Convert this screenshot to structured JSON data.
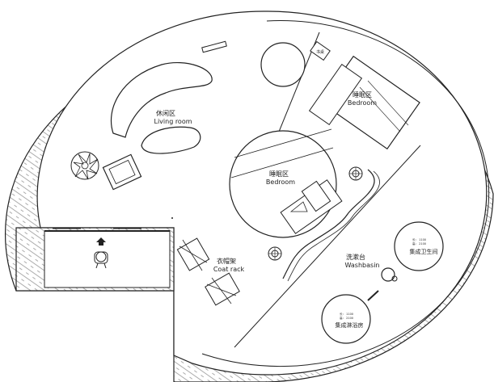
{
  "zones": {
    "living_cn": "休闲区",
    "living_en": "Living room",
    "bedroom_top_cn": "睡眠区",
    "bedroom_top_en": "Bedroom",
    "bedroom_center_cn": "睡眠区",
    "bedroom_center_en": "Bedroom",
    "coat_rack_cn": "衣帽架",
    "coat_rack_en": "Coat rack",
    "washbasin_cn": "洗漱台",
    "washbasin_en": "Washbasin"
  },
  "fixtures": {
    "integrated_bathroom_cn": "集成卫生间",
    "integrated_shower_cn": "集成淋浴房",
    "nightstand_label": "书桌"
  },
  "colors": {
    "line": "#222222",
    "hatch": "#777777",
    "background": "#ffffff"
  }
}
